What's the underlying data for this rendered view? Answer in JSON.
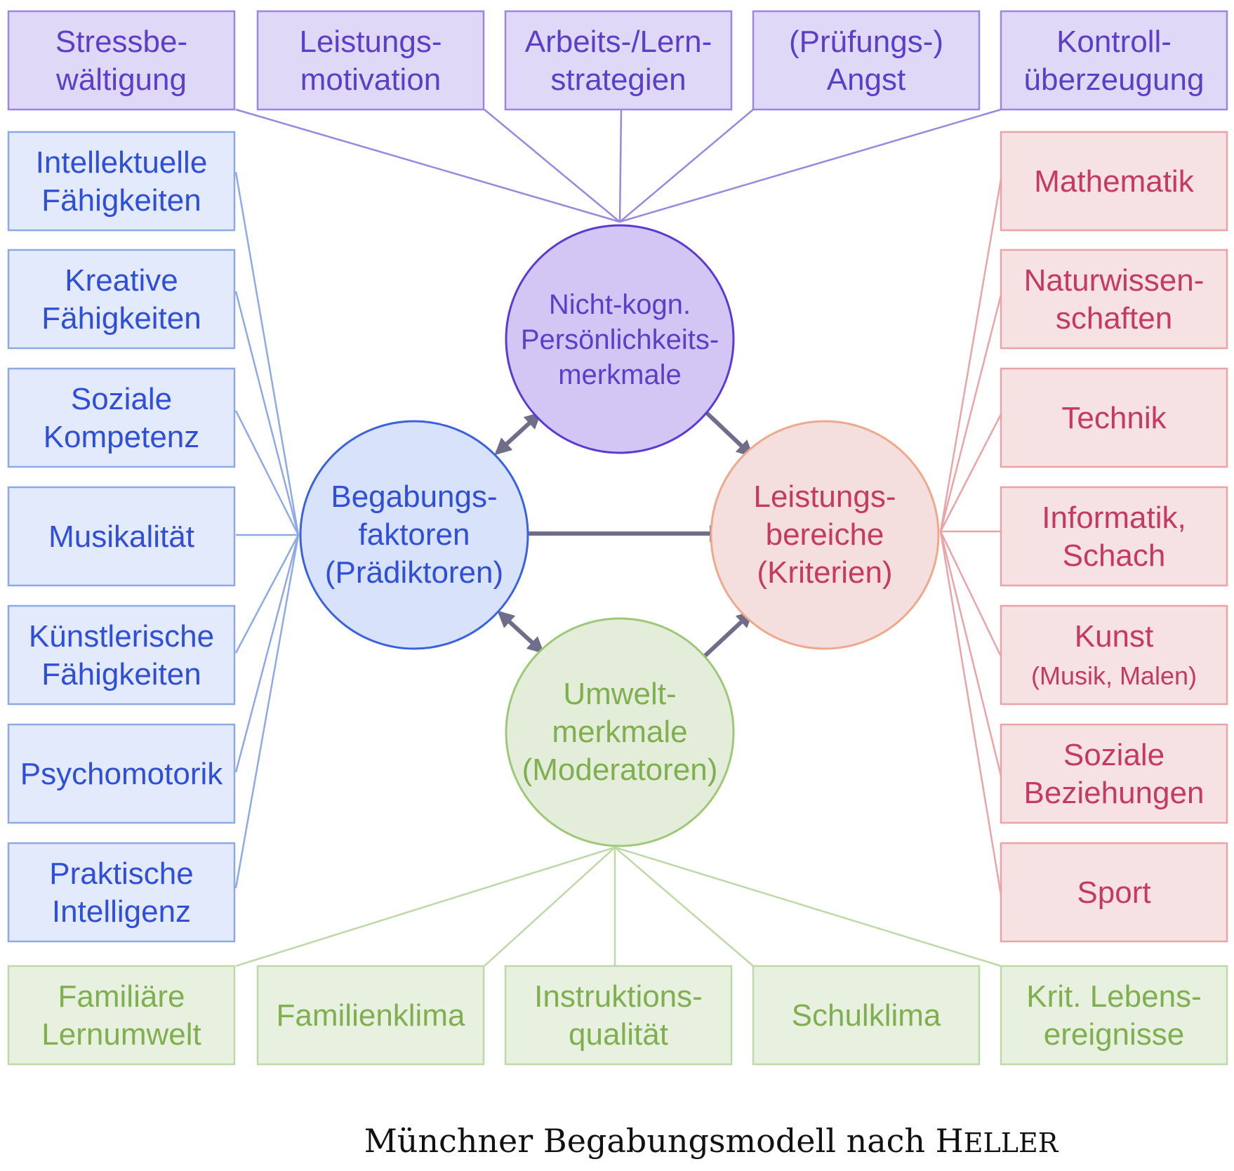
{
  "colors": {
    "purple_fill": "#e0d8f7",
    "purple_stroke": "#9b86e0",
    "purple_text": "#5b3fc8",
    "purple_circle_fill": "#d3c6f5",
    "purple_circle_stroke": "#5a3ad2",
    "blue_fill": "#e2eafb",
    "blue_stroke": "#8eaae6",
    "blue_text": "#2f4fd8",
    "blue_circle_fill": "#d8e2fa",
    "blue_circle_stroke": "#3a62e0",
    "red_fill": "#f6e2e2",
    "red_stroke": "#eaa3a6",
    "red_text": "#c43a62",
    "red_circle_fill": "#f4dede",
    "red_circle_stroke": "#eda98a",
    "green_fill": "#e8f1e0",
    "green_stroke": "#bcd9a6",
    "green_text": "#7faf4f",
    "green_circle_fill": "#e4edd9",
    "green_circle_stroke": "#9cc878",
    "arrow": "#6f6d89"
  },
  "top_boxes": [
    {
      "lines": [
        "Stressbe-",
        "wältigung"
      ]
    },
    {
      "lines": [
        "Leistungs-",
        "motivation"
      ]
    },
    {
      "lines": [
        "Arbeits-/Lern-",
        "strategien"
      ]
    },
    {
      "lines": [
        "(Prüfungs-)",
        "Angst"
      ]
    },
    {
      "lines": [
        "Kontroll-",
        "überzeugung"
      ]
    }
  ],
  "left_boxes": [
    {
      "lines": [
        "Intellektuelle",
        "Fähigkeiten"
      ]
    },
    {
      "lines": [
        "Kreative",
        "Fähigkeiten"
      ]
    },
    {
      "lines": [
        "Soziale",
        "Kompetenz"
      ]
    },
    {
      "lines": [
        "Musikalität"
      ]
    },
    {
      "lines": [
        "Künstlerische",
        "Fähigkeiten"
      ]
    },
    {
      "lines": [
        "Psychomotorik"
      ]
    },
    {
      "lines": [
        "Praktische",
        "Intelligenz"
      ]
    }
  ],
  "right_boxes": [
    {
      "lines": [
        "Mathematik"
      ]
    },
    {
      "lines": [
        "Naturwissen-",
        "schaften"
      ]
    },
    {
      "lines": [
        "Technik"
      ]
    },
    {
      "lines": [
        "Informatik,",
        "Schach"
      ]
    },
    {
      "lines": [
        "Kunst",
        "(Musik, Malen)"
      ]
    },
    {
      "lines": [
        "Soziale",
        "Beziehungen"
      ]
    },
    {
      "lines": [
        "Sport"
      ]
    }
  ],
  "bottom_boxes": [
    {
      "lines": [
        "Familiäre",
        "Lernumwelt"
      ]
    },
    {
      "lines": [
        "Familienklima"
      ]
    },
    {
      "lines": [
        "Instruktions-",
        "qualität"
      ]
    },
    {
      "lines": [
        "Schulklima"
      ]
    },
    {
      "lines": [
        "Krit. Lebens-",
        "ereignisse"
      ]
    }
  ],
  "circles": {
    "noncognitive": {
      "lines": [
        "Nicht-kogn.",
        "Persönlichkeits-",
        "merkmale"
      ]
    },
    "talent": {
      "lines": [
        "Begabungs-",
        "faktoren",
        "(Prädiktoren)"
      ]
    },
    "performance": {
      "lines": [
        "Leistungs-",
        "bereiche",
        "(Kriterien)"
      ]
    },
    "environment": {
      "lines": [
        "Umwelt-",
        "merkmale",
        "(Moderatoren)"
      ]
    }
  },
  "caption": {
    "main": "Münchner Begabungsmodell nach H",
    "small_caps": "ELLER"
  }
}
